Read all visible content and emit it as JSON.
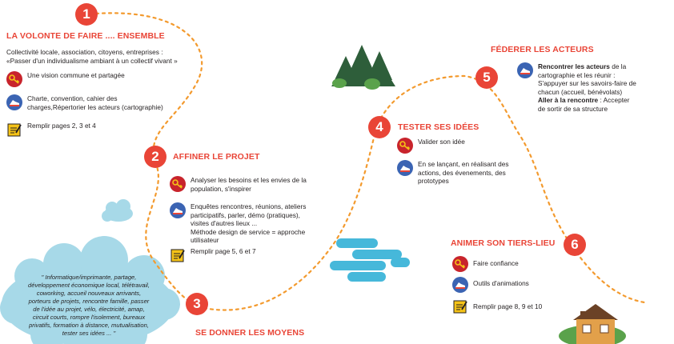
{
  "colors": {
    "accent": "#e94537",
    "path": "#f39a2e",
    "sky": "#a7d9e8",
    "tree": "#2e5e3a",
    "icon_blue": "#3b64b3",
    "icon_red": "#c8242c",
    "icon_yellow": "#f5c317"
  },
  "steps": [
    {
      "number": "1",
      "title": "LA VOLONTE DE FAIRE ....  ENSEMBLE",
      "intro_line1": "Collectivité locale, association, citoyens, entreprises :",
      "intro_line2": "«Passer d'un individualisme ambiant à un collectif vivant »",
      "items": [
        {
          "icon": "key-icon",
          "line1": "Une vision commune et partagée"
        },
        {
          "icon": "shoe-icon",
          "line1": "Charte, convention, cahier des",
          "line2": "charges,Répertorier les acteurs (cartographie)"
        },
        {
          "icon": "notepad-icon",
          "line1": "Remplir pages 2, 3 et 4"
        }
      ]
    },
    {
      "number": "2",
      "title": "AFFINER LE PROJET",
      "items": [
        {
          "icon": "key-icon",
          "line1": "Analyser les besoins et les envies de la",
          "line2": "population, s'inspirer"
        },
        {
          "icon": "shoe-icon",
          "line1": "Enquêtes rencontres, réunions, ateliers",
          "line2": "participatifs, parler, démo (pratiques),",
          "line3": "visites d'autres lieux ...",
          "line4": "Méthode design de service = approche",
          "line5": "utilisateur"
        },
        {
          "icon": "notepad-icon",
          "line1": "Remplir page 5, 6 et 7"
        }
      ]
    },
    {
      "number": "3",
      "title": "SE DONNER LES MOYENS"
    },
    {
      "number": "4",
      "title": "TESTER SES IDÉES",
      "items": [
        {
          "icon": "key-icon",
          "line1": "Valider son idée"
        },
        {
          "icon": "shoe-icon",
          "line1": "En se lançant, en réalisant des",
          "line2": "actions, des évenements, des",
          "line3": "prototypes"
        }
      ]
    },
    {
      "number": "5",
      "title": "FÉDERER LES ACTEURS",
      "items": [
        {
          "icon": "shoe-icon",
          "bold1": "Rencontrer les acteurs",
          "line1": " de la",
          "line2": "cartographie et les réunir :",
          "line3": "S'appuyer sur les savoirs-faire de",
          "line4": "chacun (accueil, bénévolats)",
          "bold5": "Aller à la rencontre",
          "line5": " : Accepter",
          "line6": "de sortir de sa structure"
        }
      ]
    },
    {
      "number": "6",
      "title": "ANIMER SON TIERS-LIEU",
      "items": [
        {
          "icon": "key-icon",
          "line1": "Faire confiance"
        },
        {
          "icon": "shoe-icon",
          "line1": "Outils d'animations"
        },
        {
          "icon": "notepad-icon",
          "line1": "Remplir page 8, 9 et 10"
        }
      ]
    }
  ],
  "cloud": {
    "line1": "\" Informatique/imprimante, partage,",
    "line2": "développement économique local, télétravail,",
    "line3": "coworking, accueil nouveaux arrivants,",
    "line4": "porteurs de projets, rencontre famille, passer",
    "line5": "de l'idée au projet, vélo, électricité, amap,",
    "line6": "circuit courts, rompre l'isolement, bureaux",
    "line7": "privatifs, formation à distance, mutualisation,",
    "line8": "tester ses idées ... \""
  }
}
